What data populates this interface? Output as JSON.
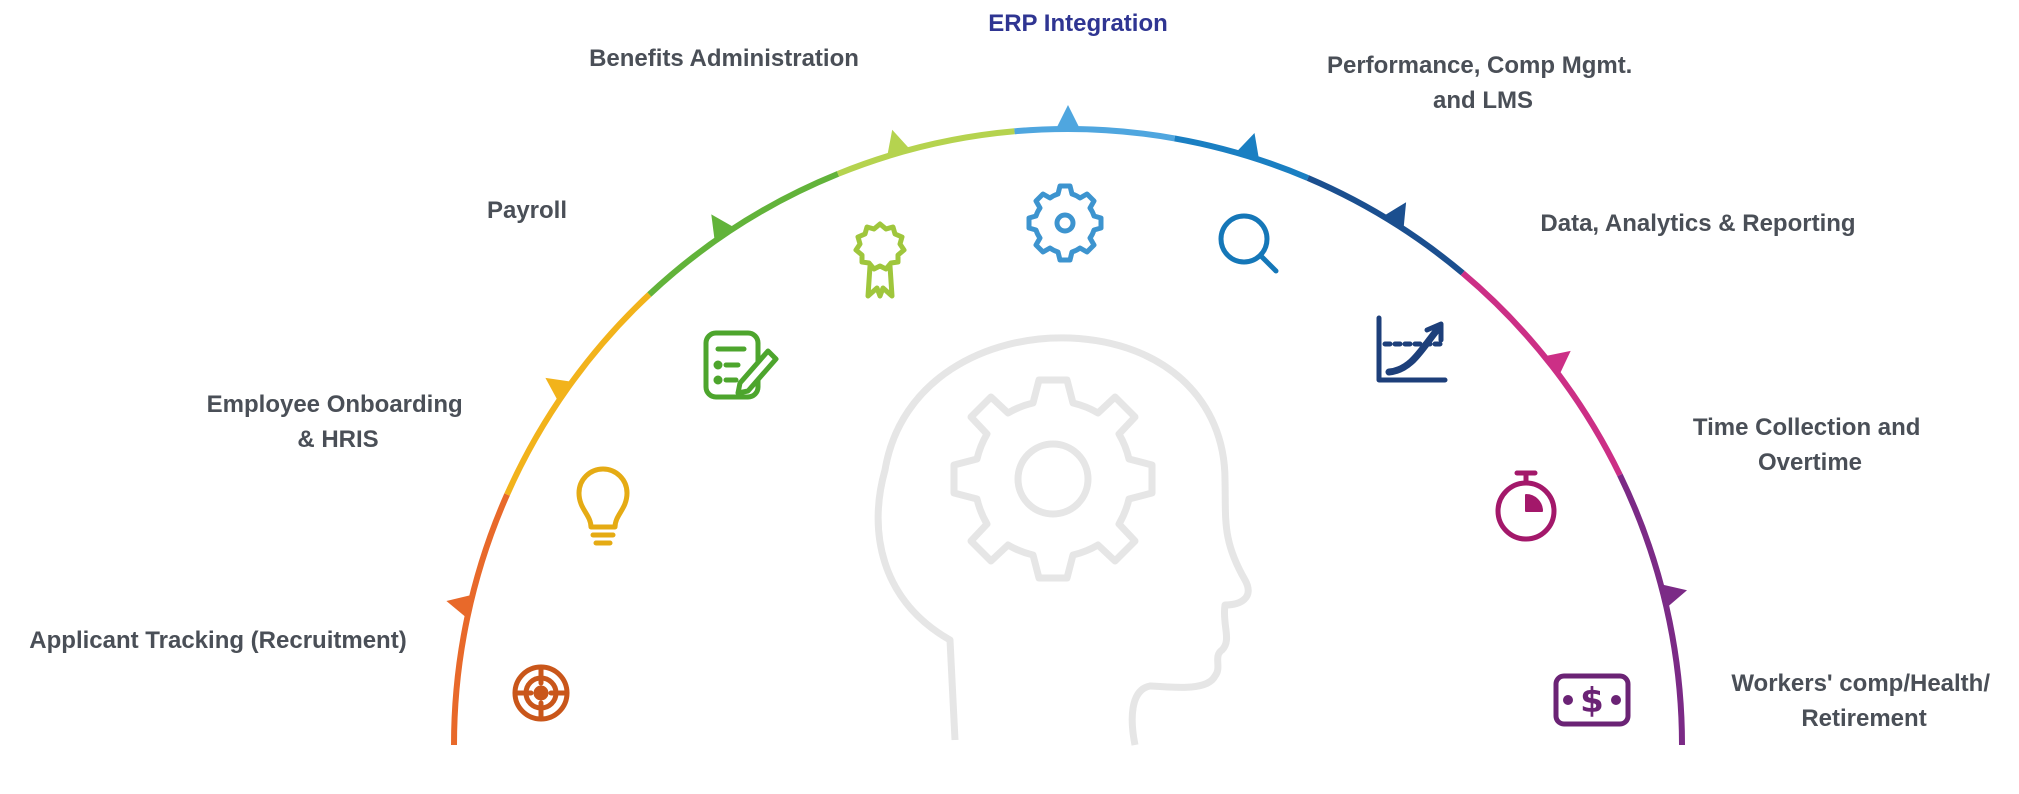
{
  "center_label": "ERP Integration",
  "stages": [
    {
      "id": "applicant",
      "label_lines": [
        "Applicant Tracking (Recruitment)"
      ],
      "color": "#e8692a",
      "icon": "target-icon"
    },
    {
      "id": "onboarding",
      "label_lines": [
        "Employee Onboarding",
        "& HRIS"
      ],
      "color": "#f2b31b",
      "icon": "lightbulb-icon"
    },
    {
      "id": "payroll",
      "label_lines": [
        "Payroll"
      ],
      "color": "#62b33a",
      "icon": "form-edit-icon"
    },
    {
      "id": "benefits",
      "label_lines": [
        "Benefits Administration"
      ],
      "color": "#b5d34f",
      "icon": "award-ribbon-icon"
    },
    {
      "id": "erp",
      "label_lines": [
        "ERP Integration"
      ],
      "color": "#4fa6df",
      "icon": "gear-icon"
    },
    {
      "id": "performance",
      "label_lines": [
        "Performance, Comp Mgmt.",
        "and LMS"
      ],
      "color": "#1a7fc2",
      "icon": "magnifier-icon"
    },
    {
      "id": "analytics",
      "label_lines": [
        "Data, Analytics & Reporting"
      ],
      "color": "#1b4f8f",
      "icon": "growth-chart-icon"
    },
    {
      "id": "time",
      "label_lines": [
        "Time Collection and",
        "Overtime"
      ],
      "color": "#cc2f86",
      "icon": "stopwatch-icon"
    },
    {
      "id": "workers",
      "label_lines": [
        "Workers' comp/Health/",
        "Retirement"
      ],
      "color": "#7b2a86",
      "icon": "money-bill-icon"
    }
  ],
  "center_icon": "head-with-gear-icon"
}
